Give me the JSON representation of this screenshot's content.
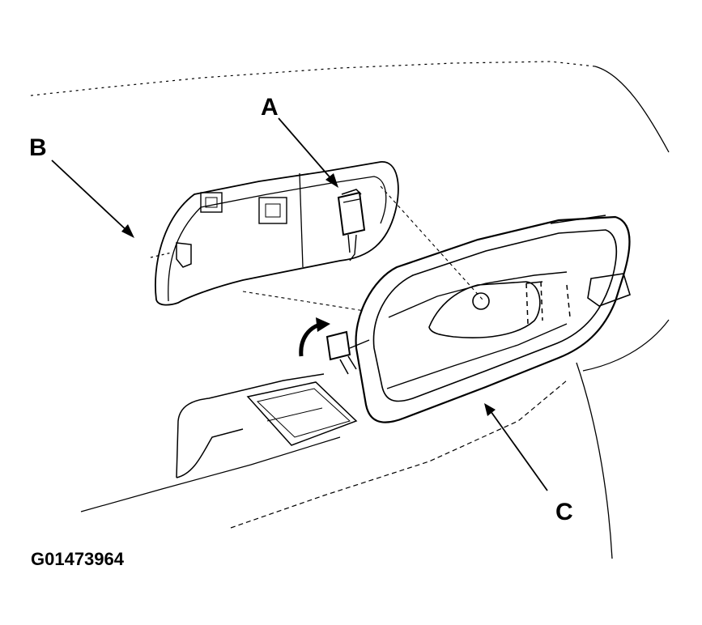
{
  "callouts": {
    "a": "A",
    "b": "B",
    "c": "C"
  },
  "figure_code": "G01473964",
  "colors": {
    "line": "#000000",
    "background": "#ffffff"
  }
}
